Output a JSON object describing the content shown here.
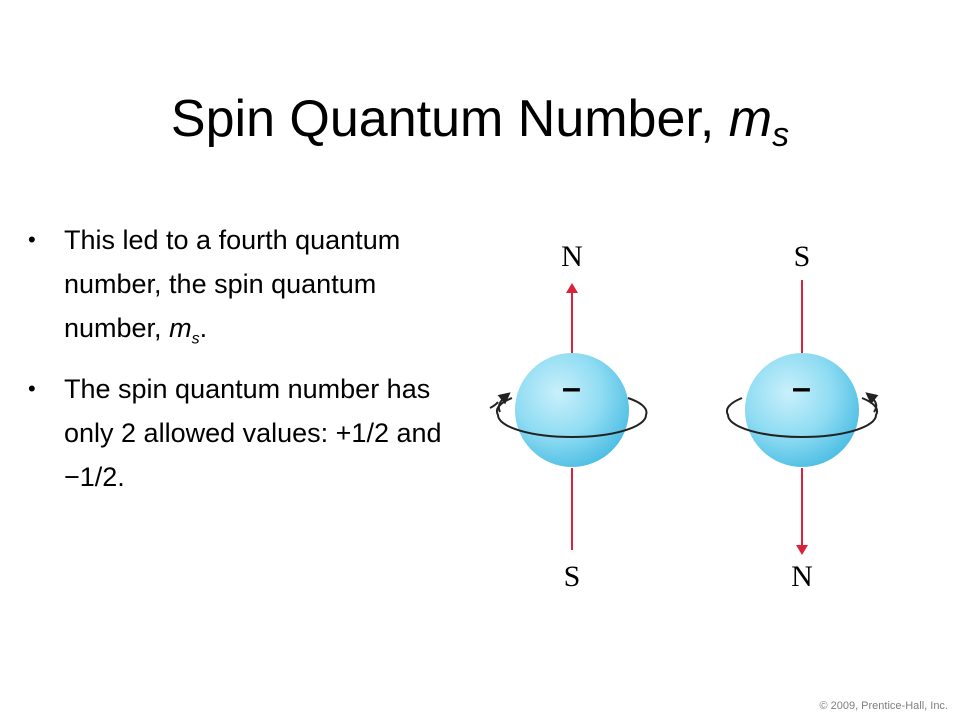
{
  "slide": {
    "title_text": "Spin Quantum Number, ",
    "title_symbol": "m",
    "title_subscript": "s"
  },
  "bullets": [
    {
      "text": "This led to a fourth quantum number, the spin quantum number, ",
      "symbol": "m",
      "subscript": "s",
      "suffix": "."
    },
    {
      "text": "The spin quantum number has only 2 allowed values: +1/2 and −1/2."
    }
  ],
  "bullet_glyph": "•",
  "diagram": {
    "left_electron": {
      "top_label": "N",
      "bottom_label": "S",
      "charge_sign": "–",
      "field_direction": "up",
      "rotation": "counterclockwise-arrow-on-left"
    },
    "right_electron": {
      "top_label": "S",
      "bottom_label": "N",
      "charge_sign": "–",
      "field_direction": "down",
      "rotation": "arrow-on-right"
    },
    "colors": {
      "sphere_light": "#c9f0fb",
      "sphere_mid": "#8fdcf3",
      "sphere_dark": "#4cbde3",
      "field_line": "#d8233a",
      "rotation_arrow": "#222222"
    }
  },
  "footer": {
    "copyright": "© 2009, Prentice-Hall, Inc."
  }
}
